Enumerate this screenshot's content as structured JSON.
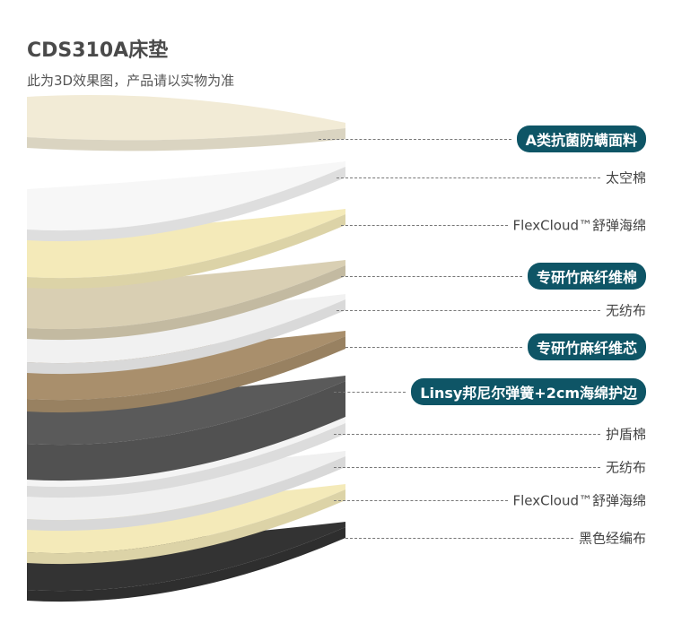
{
  "header": {
    "title": "CDS310A床垫",
    "subtitle": "此为3D效果图，产品请以实物为准"
  },
  "accent": "#0e5566",
  "layers": [
    {
      "label": "A类抗菌防螨面料",
      "highlight": true,
      "color": "#f2ebd6"
    },
    {
      "label": "太空棉",
      "highlight": false,
      "color": "#f7f7f7"
    },
    {
      "label": "FlexCloud™舒弹海绵",
      "highlight": false,
      "color": "#f4eab9"
    },
    {
      "label": "专研竹麻纤维棉",
      "highlight": true,
      "color": "#d9cfb3"
    },
    {
      "label": "无纺布",
      "highlight": false,
      "color": "#f1f1f1"
    },
    {
      "label": "专研竹麻纤维芯",
      "highlight": true,
      "color": "#a98f6c"
    },
    {
      "label": "Linsy邦尼尔弹簧+2cm海绵护边",
      "highlight": true,
      "color": "#5a5a5a"
    },
    {
      "label": "护盾棉",
      "highlight": false,
      "color": "#f4f4f4"
    },
    {
      "label": "无纺布",
      "highlight": false,
      "color": "#f0f0f0"
    },
    {
      "label": "FlexCloud™舒弹海绵",
      "highlight": false,
      "color": "#f4eab9"
    },
    {
      "label": "黑色经编布",
      "highlight": false,
      "color": "#333333"
    }
  ]
}
